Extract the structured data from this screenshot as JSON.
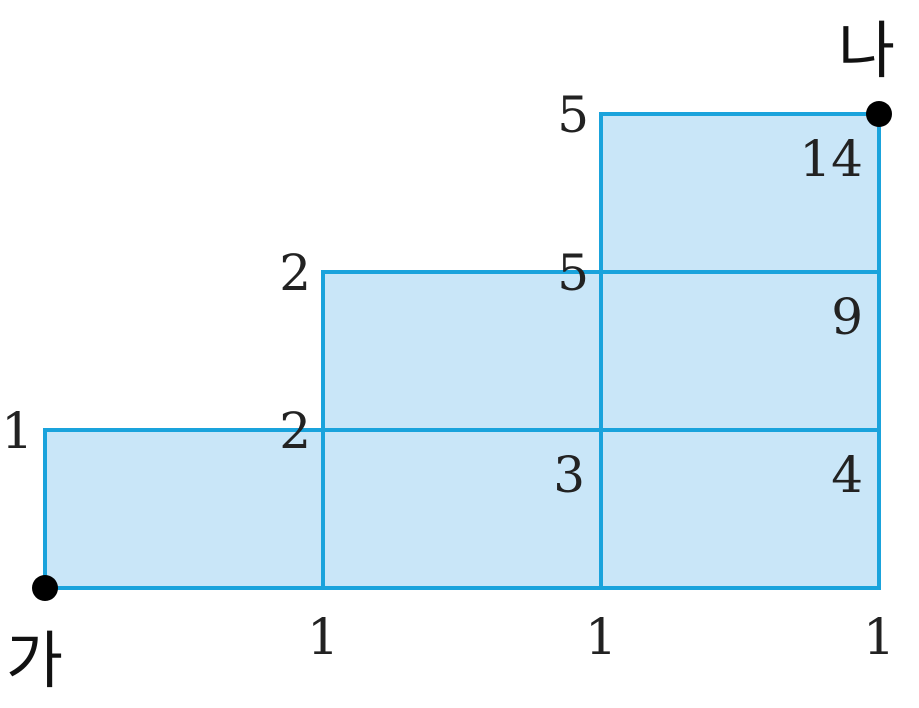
{
  "colors": {
    "fill": "#c9e6f8",
    "stroke": "#1aa3dc",
    "point": "#000000"
  },
  "points": {
    "start": "가",
    "end": "나"
  },
  "grid_cells": [
    {
      "col": 0,
      "row": 0
    },
    {
      "col": 1,
      "row": 0
    },
    {
      "col": 2,
      "row": 0
    },
    {
      "col": 1,
      "row": 1
    },
    {
      "col": 2,
      "row": 1
    },
    {
      "col": 2,
      "row": 2
    }
  ],
  "path_counts": [
    {
      "col": 0,
      "row": 1,
      "value": "1",
      "pos": "left"
    },
    {
      "col": 1,
      "row": 0,
      "value": "1",
      "pos": "below"
    },
    {
      "col": 2,
      "row": 0,
      "value": "1",
      "pos": "below"
    },
    {
      "col": 3,
      "row": 0,
      "value": "1",
      "pos": "below"
    },
    {
      "col": 1,
      "row": 1,
      "value": "2",
      "pos": "left"
    },
    {
      "col": 1,
      "row": 2,
      "value": "2",
      "pos": "left"
    },
    {
      "col": 2,
      "row": 1,
      "value": "3",
      "pos": "inside"
    },
    {
      "col": 3,
      "row": 1,
      "value": "4",
      "pos": "inside"
    },
    {
      "col": 2,
      "row": 2,
      "value": "5",
      "pos": "left"
    },
    {
      "col": 2,
      "row": 3,
      "value": "5",
      "pos": "left"
    },
    {
      "col": 3,
      "row": 2,
      "value": "9",
      "pos": "inside"
    },
    {
      "col": 3,
      "row": 3,
      "value": "14",
      "pos": "inside"
    }
  ]
}
